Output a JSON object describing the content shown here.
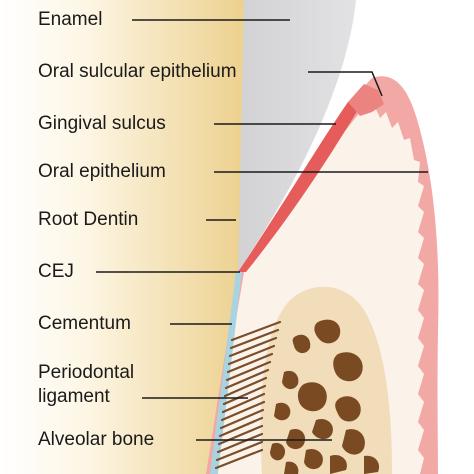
{
  "diagram": {
    "labels": {
      "enamel": "Enamel",
      "oral_sulcular_epithelium": "Oral sulcular epithelium",
      "gingival_sulcus": "Gingival sulcus",
      "oral_epithelium": "Oral epithelium",
      "root_dentin": "Root Dentin",
      "cej": "CEJ",
      "cementum": "Cementum",
      "periodontal_ligament_line1": "Periodontal",
      "periodontal_ligament_line2": "ligament",
      "alveolar_bone": "Alveolar bone"
    },
    "colors": {
      "enamel": "#d9d9db",
      "dentin_light": "#fbf3dc",
      "dentin_dark": "#ecd08e",
      "gingiva_outer": "#f2a9a6",
      "gingiva_inner": "#fbf2ea",
      "sulcular_epithelium": "#e65c5a",
      "cementum": "#a9d3e0",
      "ligament_fibers": "#7a4e2a",
      "alveolar_bone": "#f2ddbb",
      "marrow": "#7a4a22",
      "leader": "#1a1a1a"
    }
  }
}
